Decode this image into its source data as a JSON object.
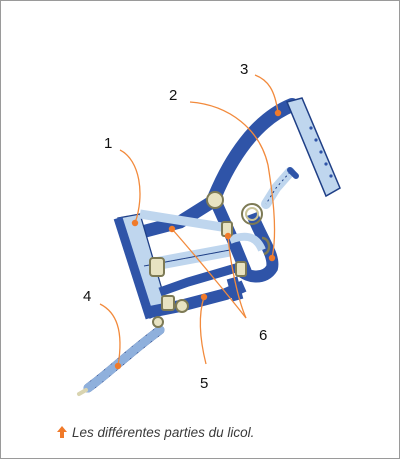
{
  "labels": {
    "n1": "1",
    "n2": "2",
    "n3": "3",
    "n4": "4",
    "n5": "5",
    "n6": "6"
  },
  "caption": {
    "text": "Les différentes parties du licol."
  },
  "colors": {
    "strap_dark": "#2f54a8",
    "strap_light": "#bfd6ee",
    "buckle": "#c9c49a",
    "leader_orange": "#f28a3c",
    "dot_orange": "#f07a2a"
  }
}
